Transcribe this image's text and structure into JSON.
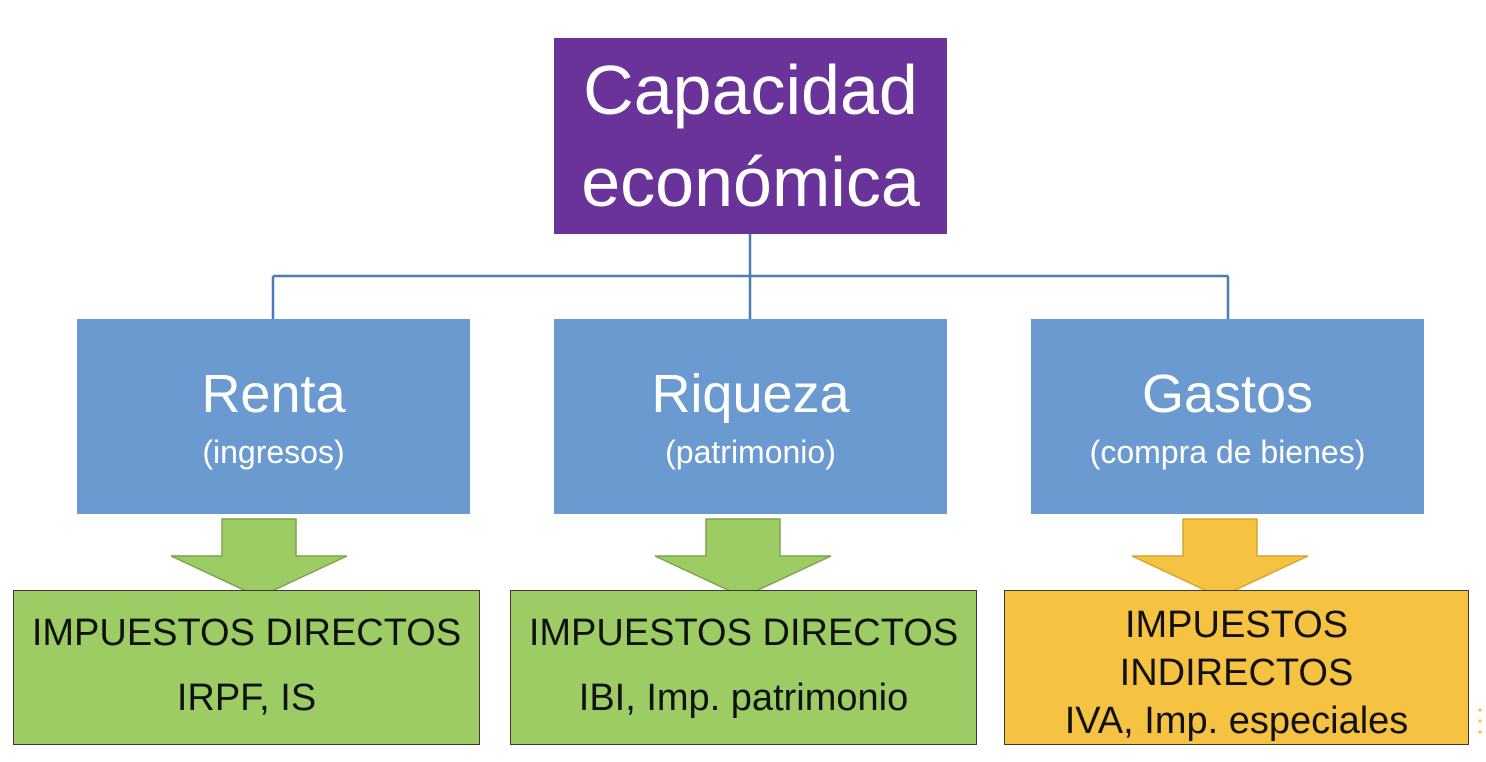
{
  "root": {
    "line1": "Capacidad",
    "line2": "económica",
    "color": "#6a3399"
  },
  "categories": [
    {
      "title": "Renta",
      "subtitle": "(ingresos)",
      "color": "#6b9ad1"
    },
    {
      "title": "Riqueza",
      "subtitle": "(patrimonio)",
      "color": "#6b9ad1"
    },
    {
      "title": "Gastos",
      "subtitle": "(compra de bienes)",
      "color": "#6b9ad1"
    }
  ],
  "taxes": [
    {
      "type": "IMPUESTOS DIRECTOS",
      "examples": "IRPF, IS",
      "color": "#9ccc63"
    },
    {
      "type": "IMPUESTOS DIRECTOS",
      "examples": "IBI, Imp. patrimonio",
      "color": "#9ccc63"
    },
    {
      "type": "IMPUESTOS INDIRECTOS",
      "examples": "IVA, Imp. especiales",
      "color": "#f5c242"
    }
  ],
  "colors": {
    "connector": "#4a7db0",
    "arrow_green": "#9ccc63",
    "arrow_yellow": "#f5c242",
    "arrow_stroke_green": "#7aa54a",
    "arrow_stroke_yellow": "#d6a52e"
  }
}
